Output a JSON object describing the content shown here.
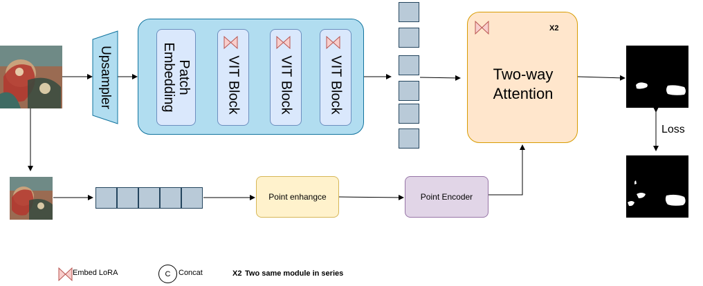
{
  "upsampler_label": "Upsampler",
  "encoder": {
    "patch_embedding": "Patch\nEmbedding",
    "vit_blocks": [
      "VIT Block",
      "VIT Block",
      "VIT Block"
    ]
  },
  "two_way": {
    "label": "Two-way\nAttention",
    "repeat": "X2"
  },
  "loss_label": "Loss",
  "point_enhance": "Point enhangce",
  "point_encoder": "Point Encoder",
  "legend": {
    "lora": "Embed LoRA",
    "concat_symbol": "C",
    "concat": "Concat",
    "x2": "X2",
    "x2_desc": "Two same module in series"
  },
  "colors": {
    "encoder_fill": "#b1ddf0",
    "encoder_stroke": "#10739e",
    "block_fill": "#dae8fc",
    "token_fill": "#b9cad8",
    "attention_fill": "#ffe6cc",
    "attention_stroke": "#d79b00",
    "enhance_fill": "#fff2cc",
    "encoder_box_fill": "#e1d5e7",
    "lora_fill": "#f8cecc"
  }
}
